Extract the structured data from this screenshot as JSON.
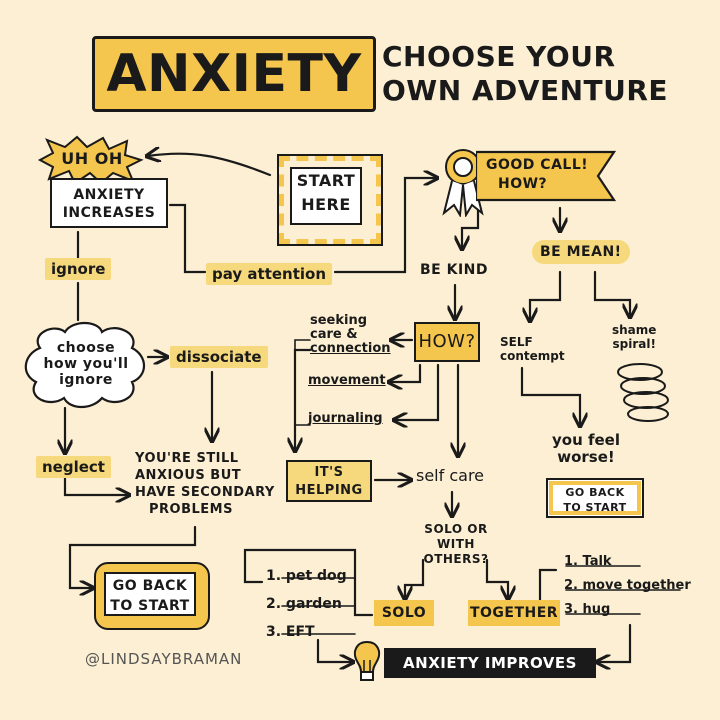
{
  "title": {
    "main": "ANXIETY",
    "sub_line1": "CHOOSE YOUR",
    "sub_line2": "OWN ADVENTURE"
  },
  "nodes": {
    "start_line1": "START",
    "start_line2": "HERE",
    "uh_oh": "UH OH",
    "anxiety_increases_line1": "ANXIETY",
    "anxiety_increases_line2": "INCREASES",
    "ignore": "ignore",
    "pay_attention": "pay attention",
    "choose_line1": "choose",
    "choose_line2": "how you'll",
    "choose_line3": "ignore",
    "dissociate": "dissociate",
    "neglect": "neglect",
    "still_anxious_line1": "YOU'RE STILL",
    "still_anxious_line2": "ANXIOUS BUT",
    "still_anxious_line3": "HAVE SECONDARY",
    "still_anxious_line4": "PROBLEMS",
    "go_back_left_line1": "GO BACK",
    "go_back_left_line2": "TO START",
    "good_call_line1": "GOOD CALL!",
    "good_call_line2": "HOW?",
    "be_kind": "BE KIND",
    "be_mean": "BE MEAN!",
    "how": "HOW?",
    "seeking_line1": "seeking",
    "seeking_line2": "care &",
    "seeking_line3": "connection",
    "movement": "movement",
    "journaling": "journaling",
    "its_helping_line1": "IT'S",
    "its_helping_line2": "HELPING",
    "self_care": "self care",
    "solo_or_line1": "SOLO OR WITH",
    "solo_or_line2": "OTHERS?",
    "self_contempt_line1": "SELF",
    "self_contempt_line2": "contempt",
    "shame_line1": "shame",
    "shame_line2": "spiral!",
    "feel_worse_line1": "you feel",
    "feel_worse_line2": "worse!",
    "go_back_right_line1": "GO BACK",
    "go_back_right_line2": "TO START",
    "solo": "SOLO",
    "together": "TOGETHER",
    "solo_list": [
      "1. pet dog",
      "2. garden",
      "3. EFT"
    ],
    "together_list": [
      "1. Talk",
      "2. move together",
      "3. hug"
    ],
    "anxiety_improves": "ANXIETY IMPROVES",
    "credit": "@LINDSAYBRAMAN"
  },
  "colors": {
    "background": "#fcefd3",
    "accent": "#f5c64d",
    "ink": "#1a1a1a"
  }
}
